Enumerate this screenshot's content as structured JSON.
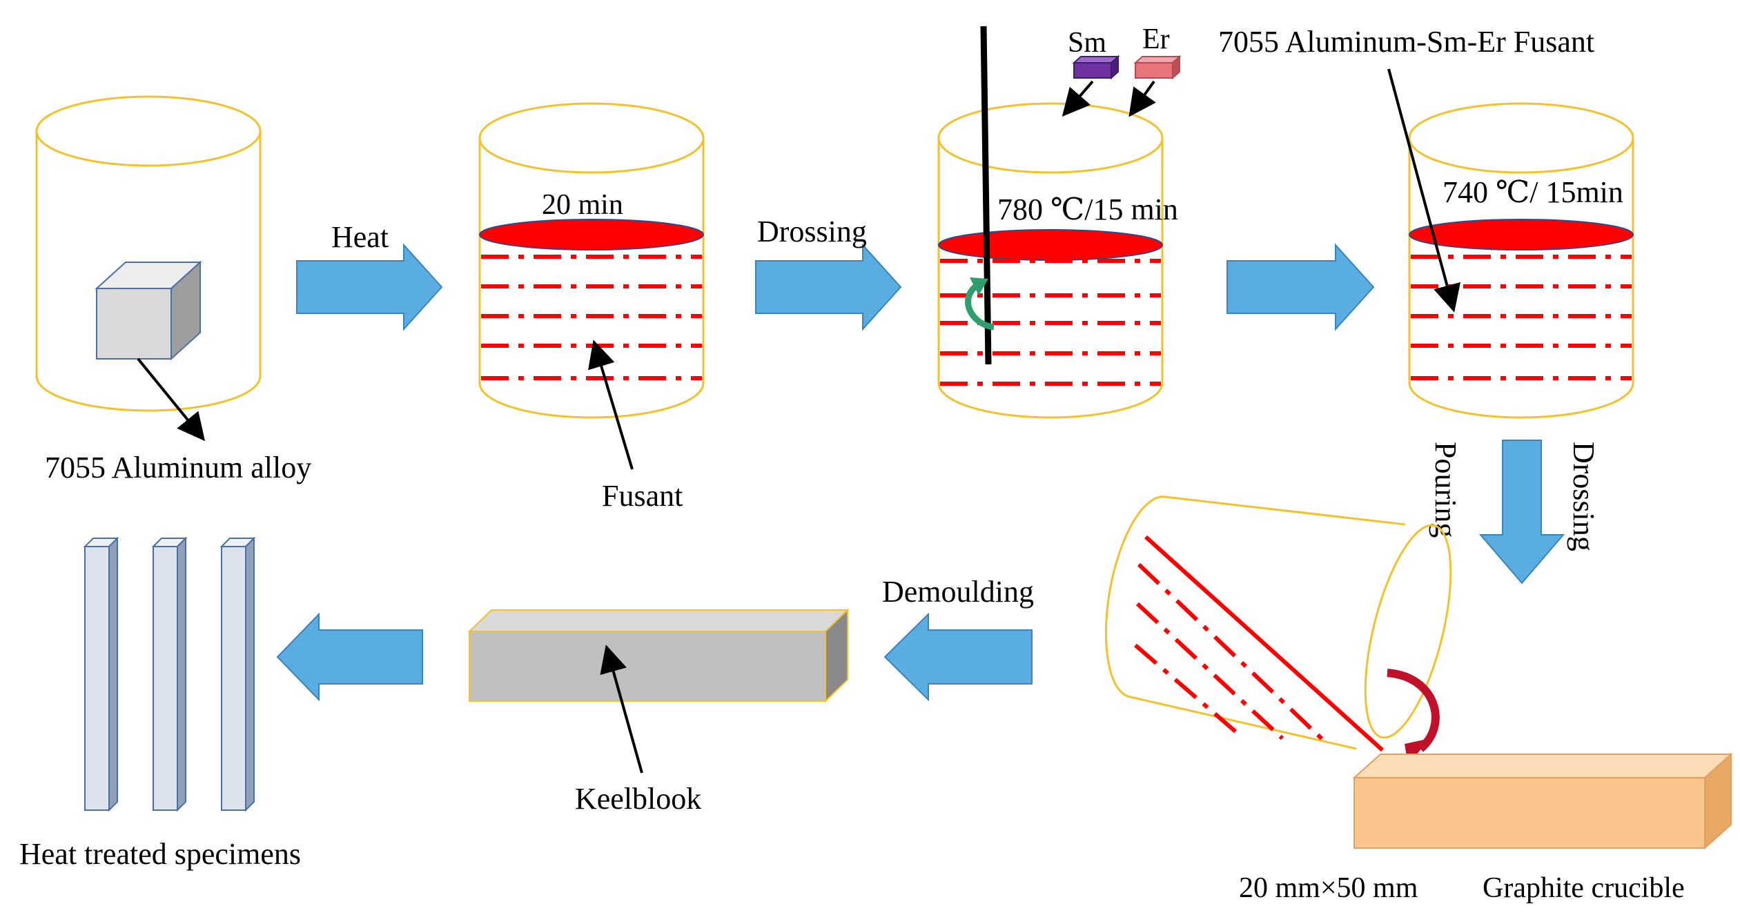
{
  "labels": {
    "alloy": "7055 Aluminum alloy",
    "fusant": "Fusant",
    "heat": "Heat",
    "time_20": "20 min",
    "drossing_1": "Drossing",
    "sm": "Sm",
    "er": "Er",
    "temp_780": "780 ℃/15 min",
    "fusant_sm_er": "7055 Aluminum-Sm-Er Fusant",
    "temp_740": "740 ℃/ 15min",
    "pouring": "Pouring",
    "drossing_2": "Drossing",
    "demoulding": "Demoulding",
    "keelblook": "Keelblook",
    "specimens": "Heat treated specimens",
    "size": "20 mm×50 mm",
    "graphite": "Graphite crucible"
  },
  "colors": {
    "crucible_outline": "#F2C12E",
    "melt": "#FF0000",
    "arrow_fill": "#5AADE0",
    "arrow_stroke": "#3B83BD",
    "cube": "#D9D9D9",
    "bar": "#C0C0C0",
    "specimen": "#DDE3EC",
    "mould": "#FAC58D",
    "sm_block": "#7030A0",
    "er_block": "#E8747C",
    "stir": "#2E9E6E"
  }
}
